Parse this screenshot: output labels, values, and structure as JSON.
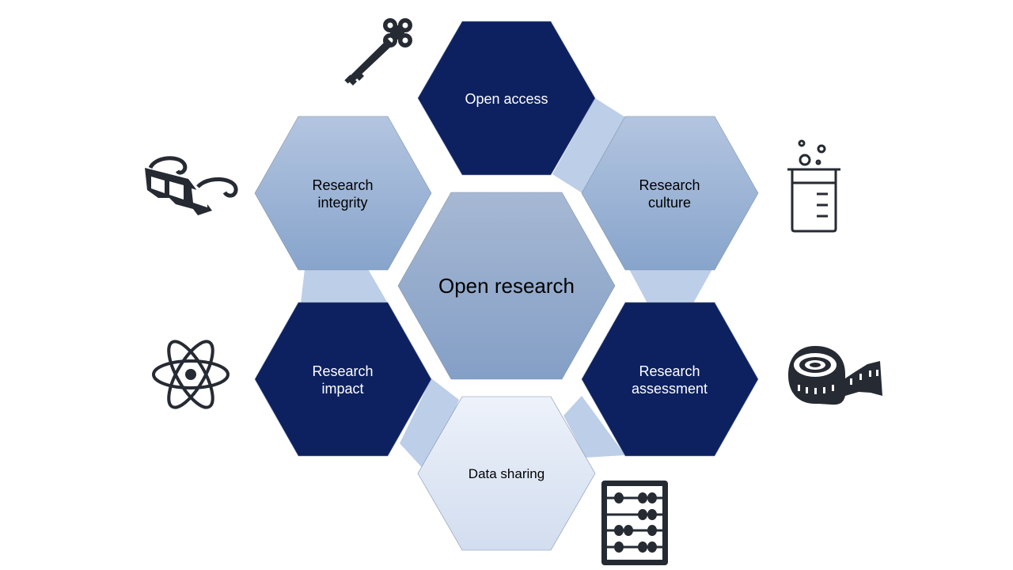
{
  "diagram": {
    "center": {
      "label": "Open research"
    },
    "nodes": {
      "open_access": {
        "lines": [
          "Open access"
        ]
      },
      "research_culture": {
        "lines": [
          "Research",
          "culture"
        ]
      },
      "research_assessment": {
        "lines": [
          "Research",
          "assessment"
        ]
      },
      "data_sharing": {
        "lines": [
          "Data sharing"
        ]
      },
      "research_impact": {
        "lines": [
          "Research",
          "impact"
        ]
      },
      "research_integrity": {
        "lines": [
          "Research",
          "integrity"
        ]
      }
    },
    "icons": [
      "key-icon",
      "beaker-icon",
      "tape-measure-icon",
      "abacus-icon",
      "atom-icon",
      "3d-glasses-icon"
    ],
    "colors": {
      "dark": "#0d2160",
      "mid_top": "#b3c5e0",
      "mid_bottom": "#87a4cb",
      "center_top": "#a6b8d3",
      "center_bottom": "#849fc6",
      "light_top": "#edf2fa",
      "light_bottom": "#d2ddef",
      "connector": "#bccee8",
      "icon": "#262a33"
    }
  }
}
